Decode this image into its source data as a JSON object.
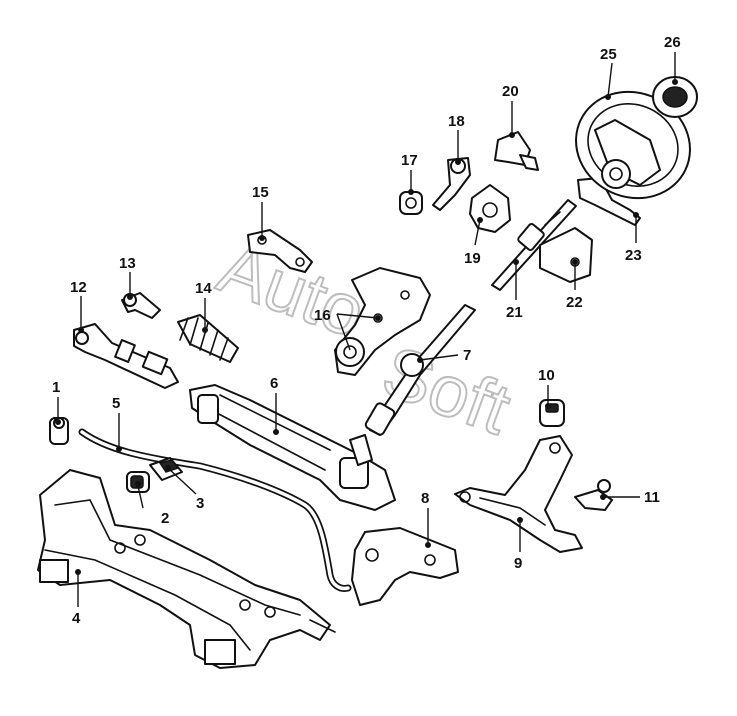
{
  "watermark": {
    "word1": "Auto",
    "word2": "Soft"
  },
  "callouts": [
    {
      "id": 1,
      "label": "1"
    },
    {
      "id": 2,
      "label": "2"
    },
    {
      "id": 3,
      "label": "3"
    },
    {
      "id": 4,
      "label": "4"
    },
    {
      "id": 5,
      "label": "5"
    },
    {
      "id": 6,
      "label": "6"
    },
    {
      "id": 7,
      "label": "7"
    },
    {
      "id": 8,
      "label": "8"
    },
    {
      "id": 9,
      "label": "9"
    },
    {
      "id": 10,
      "label": "10"
    },
    {
      "id": 11,
      "label": "11"
    },
    {
      "id": 12,
      "label": "12"
    },
    {
      "id": 13,
      "label": "13"
    },
    {
      "id": 14,
      "label": "14"
    },
    {
      "id": 15,
      "label": "15"
    },
    {
      "id": 16,
      "label": "16"
    },
    {
      "id": 17,
      "label": "17"
    },
    {
      "id": 18,
      "label": "18"
    },
    {
      "id": 19,
      "label": "19"
    },
    {
      "id": 20,
      "label": "20"
    },
    {
      "id": 21,
      "label": "21"
    },
    {
      "id": 22,
      "label": "22"
    },
    {
      "id": 23,
      "label": "23"
    },
    {
      "id": 25,
      "label": "25"
    },
    {
      "id": 26,
      "label": "26"
    }
  ]
}
